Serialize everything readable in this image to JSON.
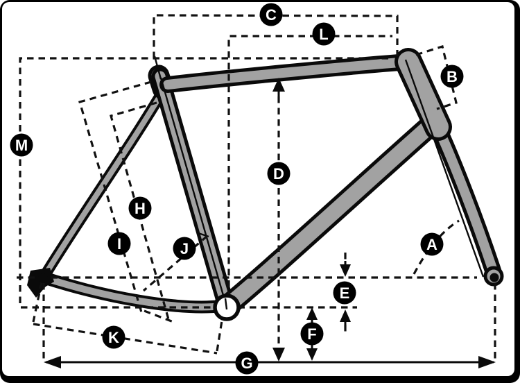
{
  "diagram": {
    "title": "bike-frame-geometry-diagram",
    "labels": [
      {
        "letter": "A"
      },
      {
        "letter": "B"
      },
      {
        "letter": "C"
      },
      {
        "letter": "D"
      },
      {
        "letter": "E"
      },
      {
        "letter": "F"
      },
      {
        "letter": "G"
      },
      {
        "letter": "H"
      },
      {
        "letter": "I"
      },
      {
        "letter": "J"
      },
      {
        "letter": "K"
      },
      {
        "letter": "L"
      },
      {
        "letter": "M"
      }
    ]
  },
  "colors": {
    "background": "#ffffff",
    "frame_fill": "#a2a2a2",
    "outline": "#0a0a0a",
    "dimension_line": "#111111",
    "label_background": "#000000",
    "label_letter": "#ffffff"
  }
}
